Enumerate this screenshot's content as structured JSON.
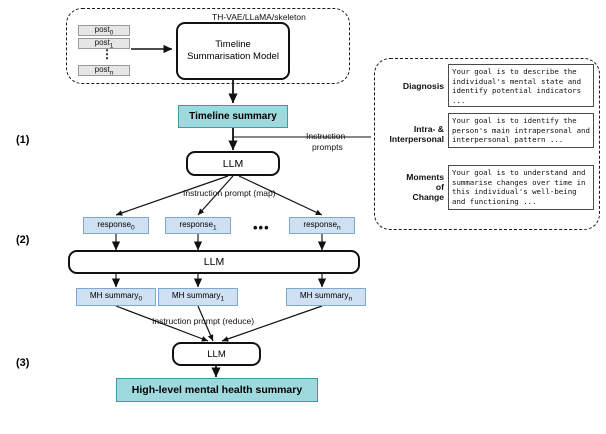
{
  "diagram": {
    "title_hidden": "Three-stage mental health summarisation pipeline",
    "stage_labels": [
      "(1)",
      "(2)",
      "(3)"
    ],
    "colors": {
      "teal_fill": "#9ed9dd",
      "teal_border": "#3f9aa3",
      "blue_fill": "#cfe0f3",
      "blue_border": "#7fa8d0",
      "post_fill": "#e6e6e6",
      "post_border": "#9a9a9a",
      "line": "#111111"
    }
  },
  "stage1": {
    "group_label": "TH-VAE/LLaMA/skeleton",
    "posts": [
      {
        "label": "post",
        "sub": "0"
      },
      {
        "label": "post",
        "sub": "1"
      },
      {
        "label": "post",
        "sub": "n"
      }
    ],
    "posts_ellipsis": "⋮",
    "summariser": "Timeline\nSummarisation Model",
    "summariser_line1": "Timeline",
    "summariser_line2": "Summarisation Model",
    "timeline_summary": "Timeline summary",
    "llm": "LLM",
    "instruction_prompts_line1": "Instruction",
    "instruction_prompts_line2": "prompts"
  },
  "prompts": [
    {
      "name_lines": [
        "Diagnosis"
      ],
      "text": "Your goal is to describe the individual's mental state and identify potential indicators ..."
    },
    {
      "name_lines": [
        "Intra- &",
        "Interpersonal"
      ],
      "text": "Your goal is to identify the person's main intrapersonal and interpersonal pattern ..."
    },
    {
      "name_lines": [
        "Moments",
        "of",
        "Change"
      ],
      "text": "Your goal is to understand and summarise changes over time in this individual's well-being and functioning ..."
    }
  ],
  "stage2": {
    "map_prompt_label": "Instruction prompt (map)",
    "responses": [
      {
        "label": "response",
        "sub": "0"
      },
      {
        "label": "response",
        "sub": "1"
      },
      {
        "label": "response",
        "sub": "n"
      }
    ],
    "responses_ellipsis": "•••",
    "llm": "LLM",
    "summaries": [
      {
        "label": "MH summary",
        "sub": "0"
      },
      {
        "label": "MH summary",
        "sub": "1"
      },
      {
        "label": "MH summary",
        "sub": "n"
      }
    ]
  },
  "stage3": {
    "reduce_prompt_label": "Instruction prompt  (reduce)",
    "llm": "LLM",
    "final_output": "High-level mental health summary"
  }
}
